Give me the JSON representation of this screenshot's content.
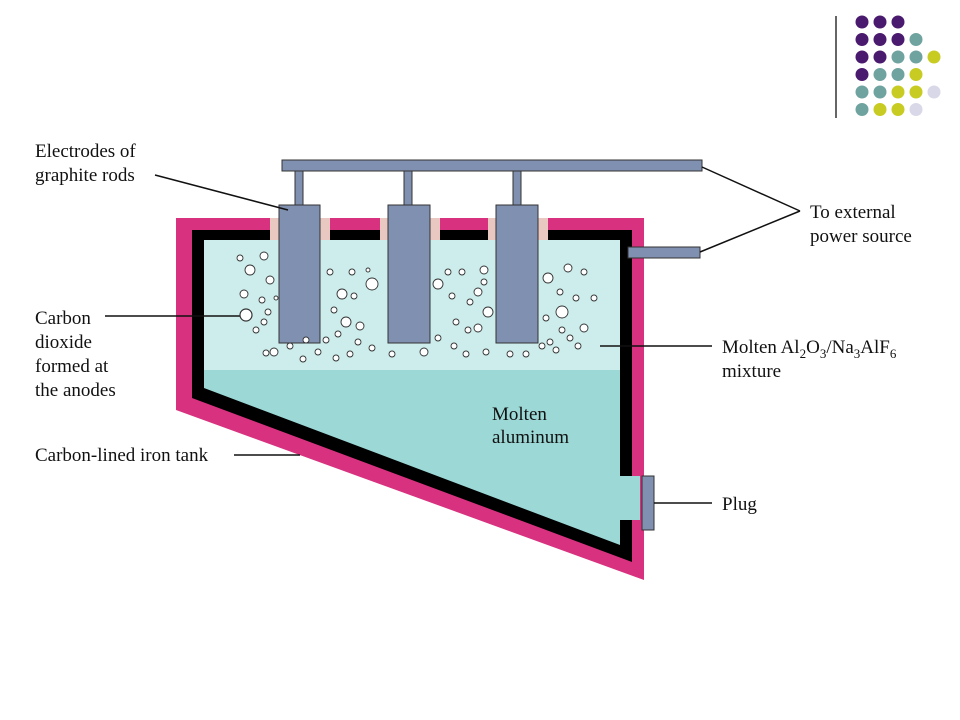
{
  "labels": {
    "electrodes_line1": "Electrodes of",
    "electrodes_line2": "graphite rods",
    "power_line1": "To external",
    "power_line2": "power source",
    "co2_line1": "Carbon",
    "co2_line2": "dioxide",
    "co2_line3": "formed at",
    "co2_line4": "the anodes",
    "mixture_line1_prefix": "Molten Al",
    "mixture_sub1": "2",
    "mixture_mid1": "O",
    "mixture_sub2": "3",
    "mixture_mid2": "/Na",
    "mixture_sub3": "3",
    "mixture_mid3": "AlF",
    "mixture_sub4": "6",
    "mixture_line2": "mixture",
    "aluminum_line1": "Molten",
    "aluminum_line2": "aluminum",
    "tank": "Carbon-lined iron tank",
    "plug": "Plug"
  },
  "colors": {
    "tank_outer": "#d8317f",
    "tank_lining": "#000000",
    "electrolyte": "#cdecec",
    "aluminum": "#9bd8d6",
    "electrode": "#8090b0",
    "insulator": "#e8c8c0",
    "leader": "#111111",
    "dot_purple": "#4a1a6e",
    "dot_teal": "#6fa3a0",
    "dot_yellow": "#c8cc22",
    "dot_lavender": "#d8d8e8"
  },
  "decor_dots": [
    [
      "purple",
      "purple",
      "purple",
      ""
    ],
    [
      "purple",
      "purple",
      "purple",
      "teal"
    ],
    [
      "purple",
      "purple",
      "teal",
      "teal",
      "yellow"
    ],
    [
      "purple",
      "teal",
      "teal",
      "yellow"
    ],
    [
      "teal",
      "teal",
      "yellow",
      "yellow",
      "lavender"
    ],
    [
      "teal",
      "yellow",
      "yellow",
      "lavender"
    ]
  ]
}
